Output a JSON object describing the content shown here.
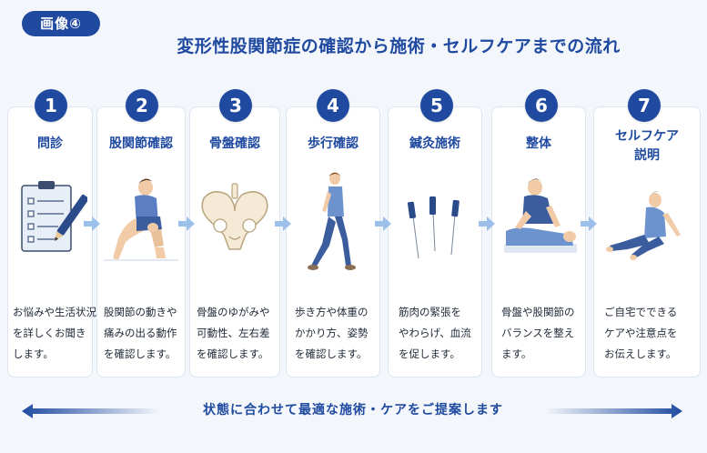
{
  "badge": "画像④",
  "title": "変形性股関節症の確認から施術・セルフケアまでの流れ",
  "steps": [
    {
      "number": "1",
      "title": [
        "問診"
      ],
      "desc": [
        "お悩みや生活状況",
        "を詳しくお聞き",
        "します。"
      ]
    },
    {
      "number": "2",
      "title": [
        "股関節確認"
      ],
      "desc": [
        "股関節の動きや",
        "痛みの出る動作",
        "を確認します。"
      ]
    },
    {
      "number": "3",
      "title": [
        "骨盤確認"
      ],
      "desc": [
        "骨盤のゆがみや",
        "可動性、左右差",
        "を確認します。"
      ]
    },
    {
      "number": "4",
      "title": [
        "歩行確認"
      ],
      "desc": [
        "歩き方や体重の",
        "かかり方、姿勢",
        "を確認します。"
      ]
    },
    {
      "number": "5",
      "title": [
        "鍼灸施術"
      ],
      "desc": [
        "筋肉の緊張を",
        "やわらげ、血流",
        "を促します。"
      ]
    },
    {
      "number": "6",
      "title": [
        "整体"
      ],
      "desc": [
        "骨盤や股関節の",
        "バランスを整え",
        "ます。"
      ]
    },
    {
      "number": "7",
      "title": [
        "セルフケア",
        "説明"
      ],
      "desc": [
        "ご自宅でできる",
        "ケアや注意点を",
        "お伝えします。"
      ]
    }
  ],
  "bottom_text": "状態に合わせて最適な施術・ケアをご提案します",
  "colors": {
    "accent": "#1f4aa0",
    "arrow": "#9cc0ea",
    "card_border": "#dde5f1",
    "background": "#f3f6fb"
  }
}
